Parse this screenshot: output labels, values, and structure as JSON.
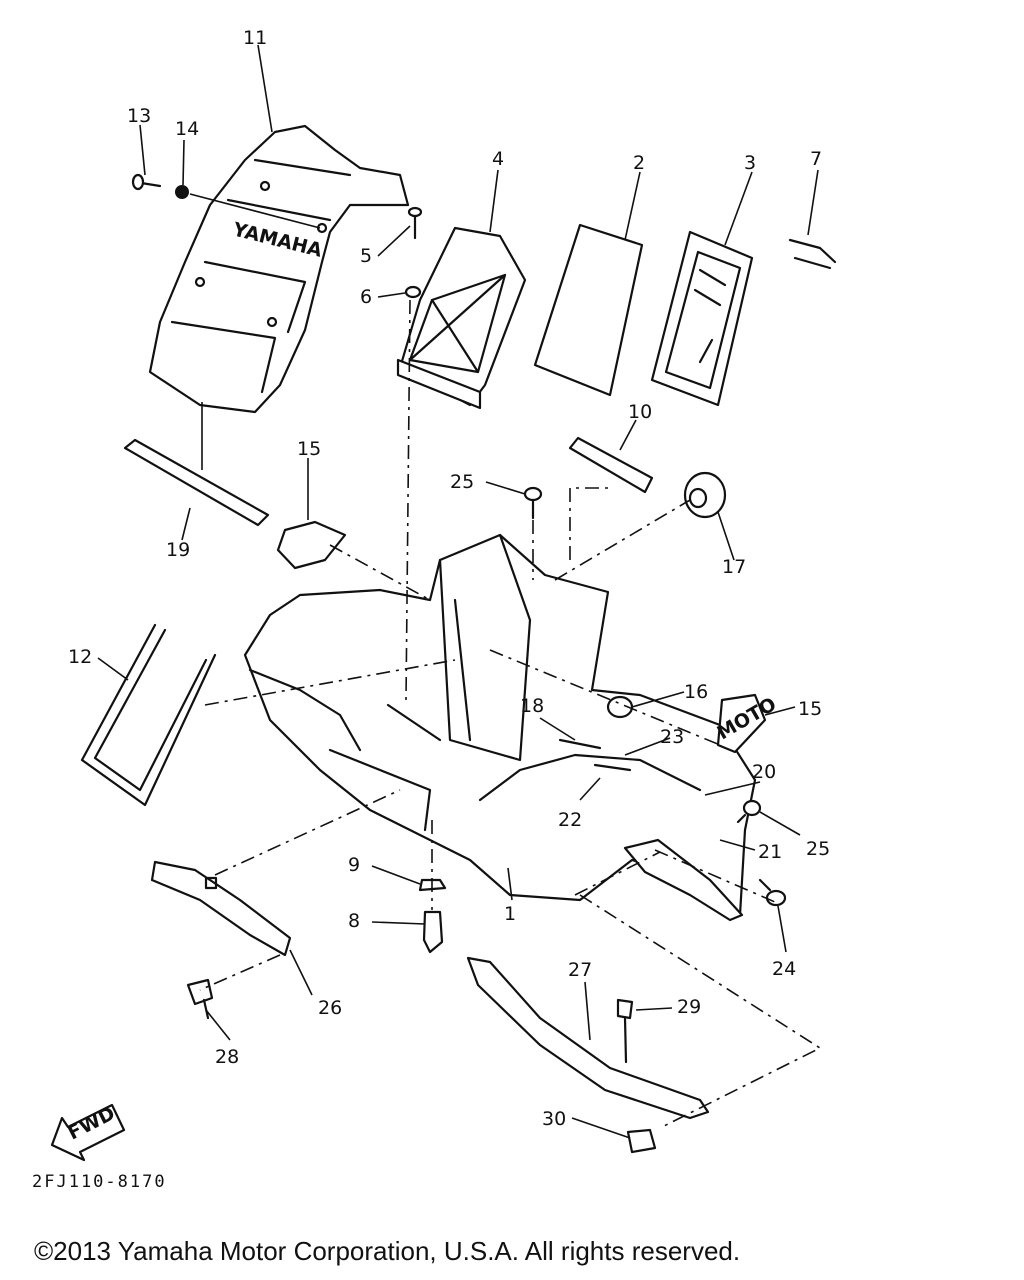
{
  "callouts": {
    "c1": "1",
    "c2": "2",
    "c3": "3",
    "c4": "4",
    "c5": "5",
    "c6": "6",
    "c7": "7",
    "c8": "8",
    "c9": "9",
    "c10": "10",
    "c11": "11",
    "c12": "12",
    "c13": "13",
    "c14": "14",
    "c15a": "15",
    "c15b": "15",
    "c16": "16",
    "c17": "17",
    "c18": "18",
    "c19": "19",
    "c20": "20",
    "c21": "21",
    "c22": "22",
    "c23": "23",
    "c24": "24",
    "c25a": "25",
    "c25b": "25",
    "c26": "26",
    "c27": "27",
    "c28": "28",
    "c29": "29",
    "c30": "30"
  },
  "labels": {
    "brand": "YAMAHA",
    "fwd": "FWD",
    "emblem": "MOTO"
  },
  "figure_code": "2FJ110-8170",
  "copyright": "©2013 Yamaha Motor Corporation, U.S.A. All rights reserved."
}
